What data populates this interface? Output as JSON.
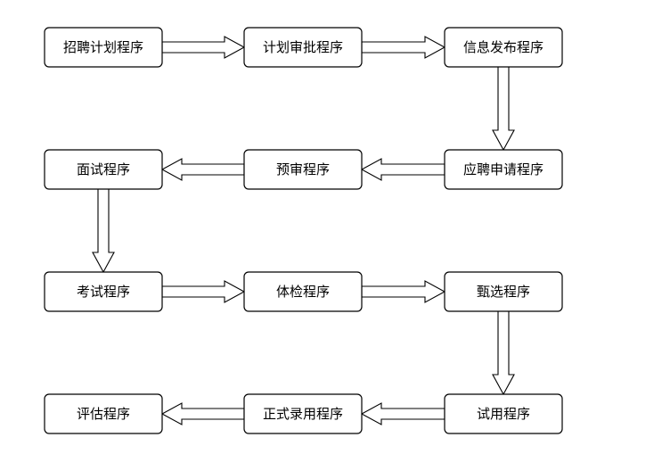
{
  "nodes": [
    {
      "id": "n1",
      "label": "招聘计划程序"
    },
    {
      "id": "n2",
      "label": "计划审批程序"
    },
    {
      "id": "n3",
      "label": "信息发布程序"
    },
    {
      "id": "n4",
      "label": "应聘申请程序"
    },
    {
      "id": "n5",
      "label": "预审程序"
    },
    {
      "id": "n6",
      "label": "面试程序"
    },
    {
      "id": "n7",
      "label": "考试程序"
    },
    {
      "id": "n8",
      "label": "体检程序"
    },
    {
      "id": "n9",
      "label": "甄选程序"
    },
    {
      "id": "n10",
      "label": "试用程序"
    },
    {
      "id": "n11",
      "label": "正式录用程序"
    },
    {
      "id": "n12",
      "label": "评估程序"
    }
  ],
  "edges": [
    {
      "from": "n1",
      "to": "n2"
    },
    {
      "from": "n2",
      "to": "n3"
    },
    {
      "from": "n3",
      "to": "n4"
    },
    {
      "from": "n4",
      "to": "n5"
    },
    {
      "from": "n5",
      "to": "n6"
    },
    {
      "from": "n6",
      "to": "n7"
    },
    {
      "from": "n7",
      "to": "n8"
    },
    {
      "from": "n8",
      "to": "n9"
    },
    {
      "from": "n9",
      "to": "n10"
    },
    {
      "from": "n10",
      "to": "n11"
    },
    {
      "from": "n11",
      "to": "n12"
    }
  ]
}
